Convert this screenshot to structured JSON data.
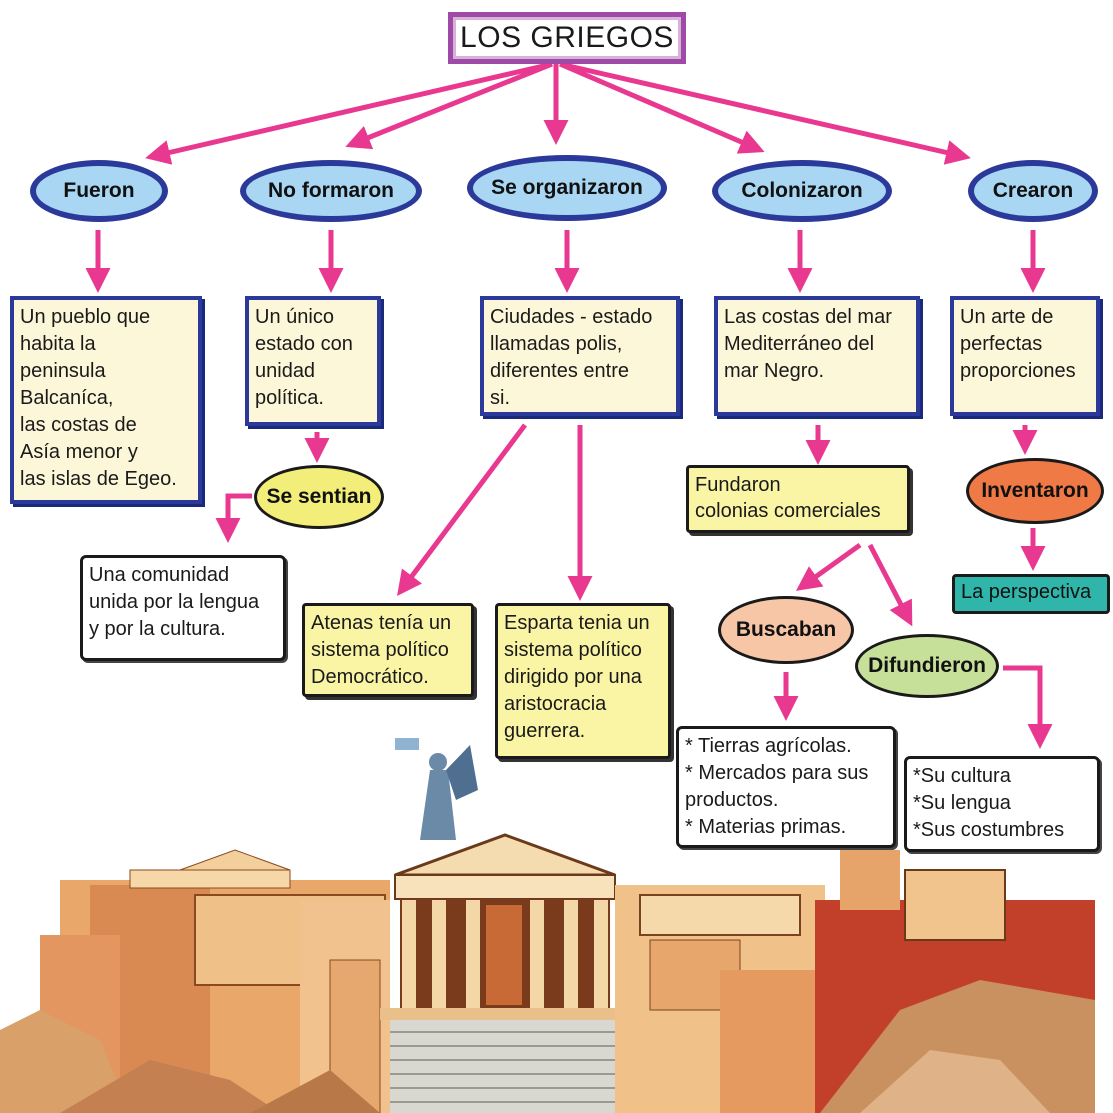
{
  "title": "LOS GRIEGOS",
  "branches": [
    {
      "label": "Fueron",
      "description": "Un pueblo que\nhabita la\npeninsula\nBalcaníca,\nlas costas de\nAsía menor y\nlas islas de Egeo."
    },
    {
      "label": "No formaron",
      "description": "Un único\nestado con\nunidad\npolítica."
    },
    {
      "label": "Se organizaron",
      "description": "Ciudades - estado\nllamadas polis,\ndiferentes entre\nsi."
    },
    {
      "label": "Colonizaron",
      "description": "Las costas del mar\nMediterráneo del\nmar Negro."
    },
    {
      "label": "Crearon",
      "description": "Un arte de\nperfectas\nproporciones"
    }
  ],
  "se_sentian": {
    "label": "Se sentian",
    "description": "Una comunidad\nunida por la lengua\ny por la cultura."
  },
  "polis": {
    "atenas": "Atenas tenía un\nsistema político\nDemocrático.",
    "esparta": "Esparta tenia un\nsistema político\ndirigido por una\naristocracia\nguerrera."
  },
  "colonias": {
    "fundaron": "Fundaron\ncolonias comerciales",
    "buscaban": {
      "label": "Buscaban",
      "items": "* Tierras agrícolas.\n* Mercados para sus\n   productos.\n* Materias primas."
    },
    "difundieron": {
      "label": "Difundieron",
      "items": "*Su cultura\n*Su lengua\n*Sus costumbres"
    }
  },
  "arte": {
    "label": "Inventaron",
    "result": "La perspectiva"
  },
  "colors": {
    "arrow": "#e8388f",
    "blue_oval_fill": "#a9d7f3",
    "blue_border": "#2b3a9a",
    "title_border": "#a04aa8",
    "cream": "#fdf7d9",
    "yellow": "#faf5a4",
    "orange": "#f07a45",
    "peach": "#f7c6a6",
    "green": "#c6e09a",
    "teal": "#2fb5a9"
  },
  "illustration": "greek-acropolis-illustration"
}
